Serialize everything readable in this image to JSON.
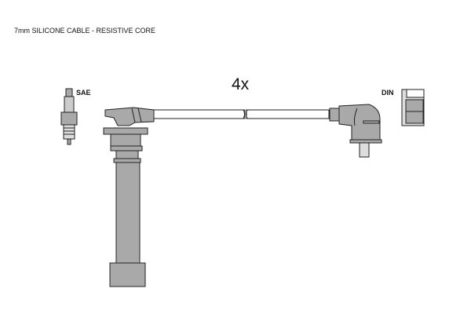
{
  "title": "7mm SILICONE CABLE - RESISTIVE CORE",
  "quantity": "4x",
  "labels": {
    "sae": "SAE",
    "din": "DIN"
  },
  "colors": {
    "part_fill": "#a9a9a9",
    "outline": "#222222"
  }
}
